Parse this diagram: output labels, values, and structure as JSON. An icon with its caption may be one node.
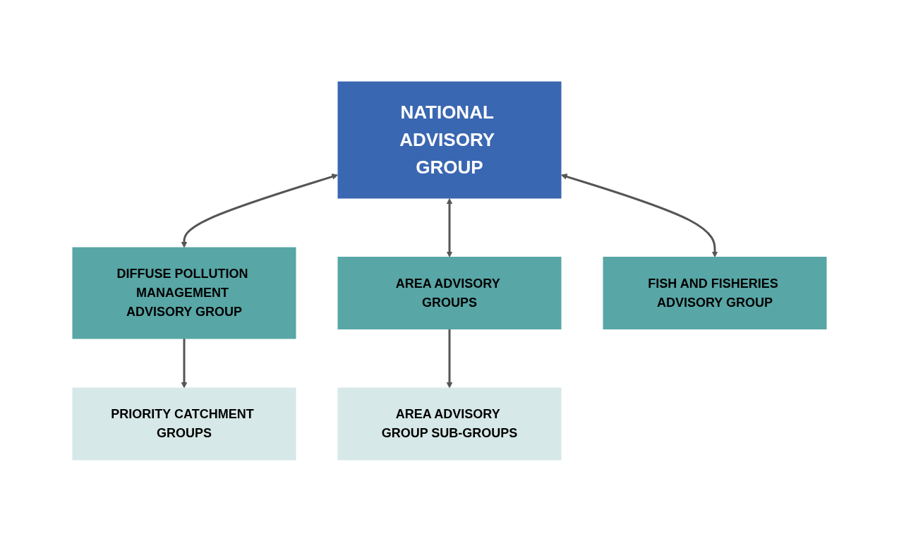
{
  "diagram": {
    "nodes": [
      {
        "text": [
          "NATIONAL ADVISORY GROUP"
        ]
      },
      {
        "text": [
          "DIFFUSE POLLUTION MANAGEMENT ADVISORY GROUP"
        ]
      },
      {
        "text": [
          "AREA ADVISORY GROUPS"
        ]
      },
      {
        "text": [
          "FISH AND FISHERIES ADVISORY GROUP"
        ]
      },
      {
        "text": [
          "PRIORITY CATCHMENT GROUPS"
        ]
      },
      {
        "text": [
          "AREA ADVISORY GROUP SUB-GROUPS"
        ]
      }
    ],
    "edges": [
      {
        "from": 0,
        "to": 1,
        "arrow": "both"
      },
      {
        "from": 0,
        "to": 2,
        "arrow": "both"
      },
      {
        "from": 0,
        "to": 3,
        "arrow": "both"
      },
      {
        "from": 1,
        "to": 4,
        "arrow": "to"
      },
      {
        "from": 2,
        "to": 5,
        "arrow": "to"
      }
    ]
  }
}
